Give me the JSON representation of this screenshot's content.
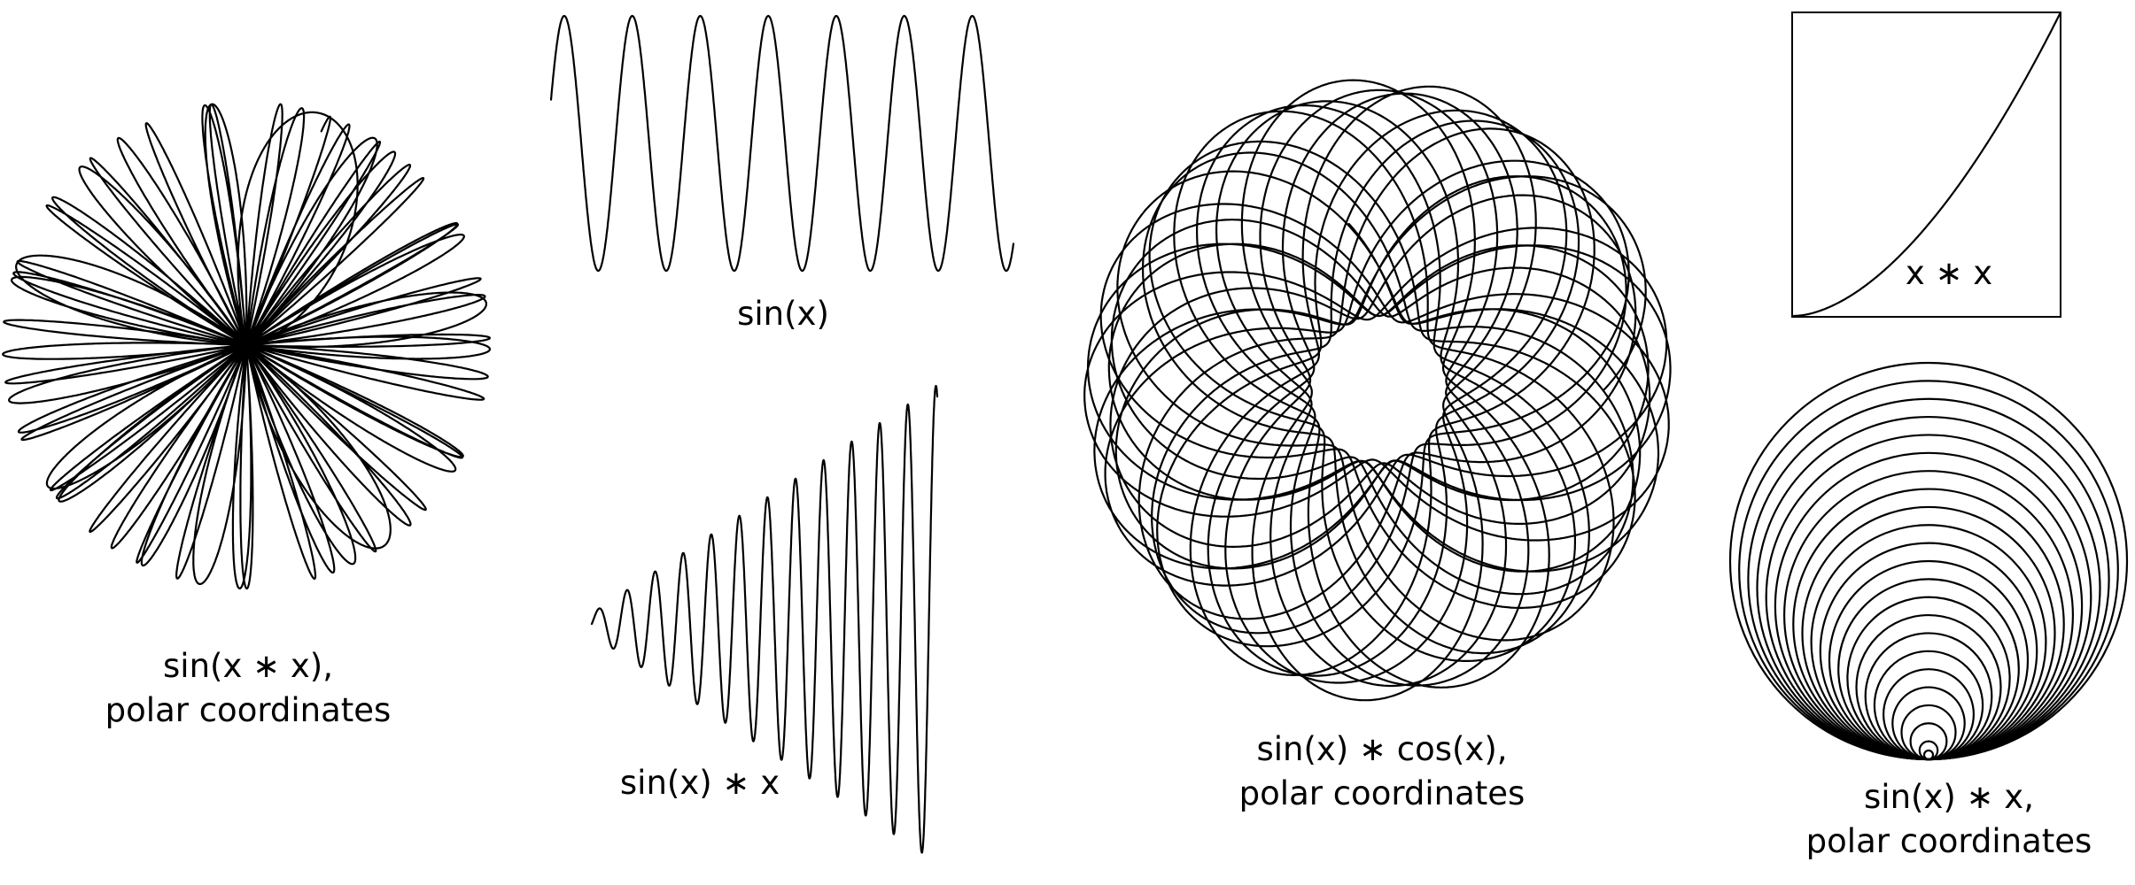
{
  "plots": {
    "polar_sin_x_squared": {
      "caption_line1": "sin(x ∗ x),",
      "caption_line2": "polar coordinates"
    },
    "sin_x": {
      "caption": "sin(x)"
    },
    "sin_x_times_x": {
      "caption": "sin(x) ∗ x"
    },
    "polar_sin_cos": {
      "caption_line1": "sin(x) ∗ cos(x),",
      "caption_line2": "polar coordinates"
    },
    "x_squared": {
      "caption": "x ∗ x"
    },
    "polar_sin_x_times_x": {
      "caption_line1": "sin(x) ∗ x,",
      "caption_line2": "polar coordinates"
    }
  },
  "colors": {
    "stroke": "#000000",
    "background": "#ffffff"
  }
}
